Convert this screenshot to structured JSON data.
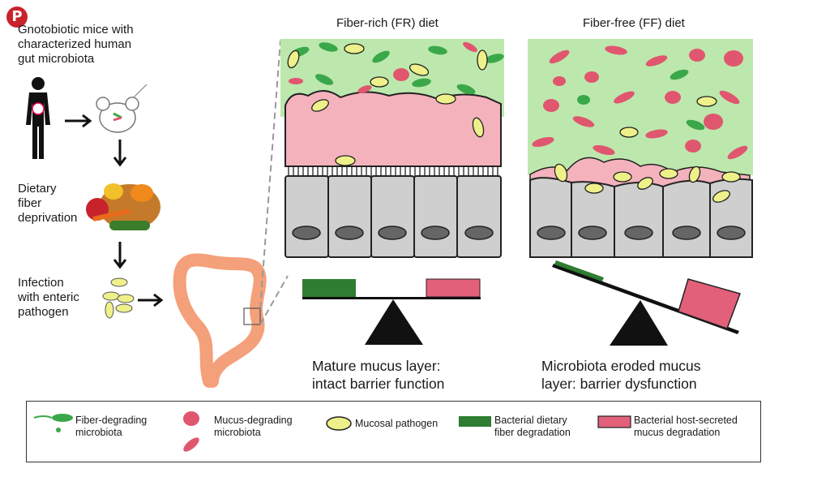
{
  "left": {
    "intro": "Gnotobiotic mice with\ncharacterized human\ngut microbiota",
    "step2": "Dietary\nfiber\ndeprivation",
    "step3": "Infection\nwith enteric\npathogen"
  },
  "panels": {
    "fr_title": "Fiber-rich (FR) diet",
    "ff_title": "Fiber-free (FF) diet",
    "fr_caption": "Mature mucus layer:\nintact barrier function",
    "ff_caption": "Microbiota eroded mucus\nlayer: barrier dysfunction"
  },
  "legend": {
    "fiber": "Fiber-degrading\nmicrobiota",
    "mucus": "Mucus-degrading\nmicrobiota",
    "pathogen": "Mucosal pathogen",
    "fiber_deg": "Bacterial dietary\nfiber degradation",
    "mucus_deg": "Bacterial host-secreted\nmucus degradation"
  },
  "colors": {
    "lumen": "#bde8ad",
    "mucus": "#f4b2bd",
    "cell": "#cfcfcf",
    "fiber_bug": "#3aa84a",
    "mucus_bug": "#e0566f",
    "pathogen": "#eef08a",
    "bar_green": "#2e7d32",
    "bar_pink": "#e2607a"
  },
  "icons": [
    "pinterest-icon",
    "human-icon",
    "mouse-icon",
    "vegetables-icon",
    "colon-icon",
    "balance-icon"
  ]
}
